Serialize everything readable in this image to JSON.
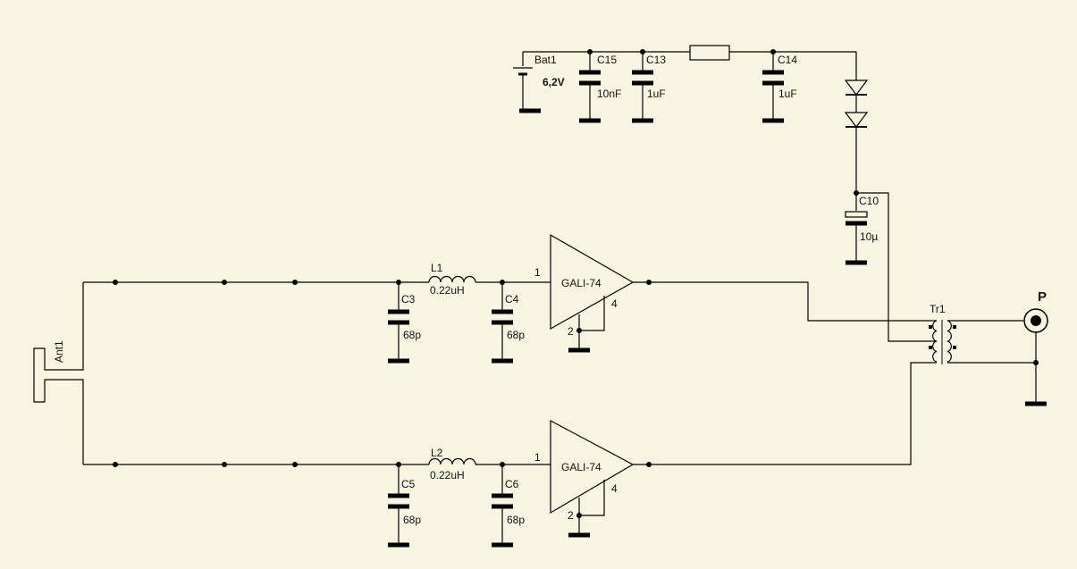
{
  "power": {
    "battery": {
      "ref": "Bat1",
      "value": "6,2V"
    },
    "c15": {
      "ref": "C15",
      "value": "10nF"
    },
    "c13": {
      "ref": "C13",
      "value": "1uF"
    },
    "c14": {
      "ref": "C14",
      "value": "1uF"
    },
    "c10": {
      "ref": "C10",
      "value": "10µ"
    }
  },
  "antenna": {
    "ref": "Ant1"
  },
  "upper_chain": {
    "l1": {
      "ref": "L1",
      "value": "0.22uH"
    },
    "c3": {
      "ref": "C3",
      "value": "68p"
    },
    "c4": {
      "ref": "C4",
      "value": "68p"
    },
    "amp": {
      "label": "GALI-74",
      "pin_in": "1",
      "pin_gnd": "2",
      "pin_4": "4"
    }
  },
  "lower_chain": {
    "l2": {
      "ref": "L2",
      "value": "0.22uH"
    },
    "c5": {
      "ref": "C5",
      "value": "68p"
    },
    "c6": {
      "ref": "C6",
      "value": "68p"
    },
    "amp": {
      "label": "GALI-74",
      "pin_in": "1",
      "pin_gnd": "2",
      "pin_4": "4"
    }
  },
  "transformer": {
    "ref": "Tr1"
  },
  "output": {
    "ref": "P"
  }
}
